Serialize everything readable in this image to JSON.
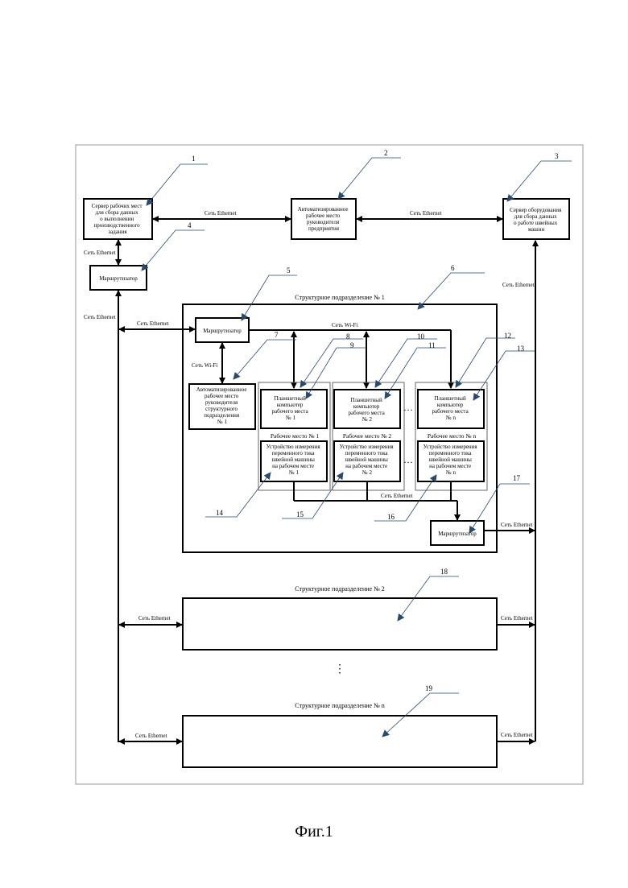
{
  "figure_caption": "Фиг.1",
  "blocks": {
    "server_workplaces": [
      "Сервер рабочих мест",
      "для сбора данных",
      "о выполнении",
      "производственного",
      "задания"
    ],
    "arm_enterprise": [
      "Автоматизированное",
      "рабочее место",
      "руководителя",
      "предприятия"
    ],
    "server_equipment": [
      "Сервер оборудования",
      "для сбора данных",
      "о работе швейных",
      "машин"
    ],
    "router_main": "Маршрутизатор",
    "router_div1": "Маршрутизатор",
    "router_div1_bottom": "Маршрутизатор",
    "arm_division": [
      "Автоматизированное",
      "рабочее место",
      "руководителя",
      "структурного",
      "подразделения",
      "№ 1"
    ],
    "tablet_1": [
      "Планшетный",
      "компьютер",
      "рабочего",
      "места",
      "№ 1"
    ],
    "tablet_2": [
      "Планшетный",
      "компьютер",
      "рабочего места",
      "№ 2"
    ],
    "tablet_n": [
      "Планшетный",
      "компьютер",
      "рабочего места",
      "№ n"
    ],
    "workplace_1": "Рабочее место № 1",
    "workplace_2": "Рабочее место № 2",
    "workplace_n": "Рабочее место № n",
    "meter_1": [
      "Устройство измерения",
      "переменного тока",
      "швейной машины",
      "на рабочем месте",
      "№ 1"
    ],
    "meter_2": [
      "Устройство измерения",
      "переменного тока",
      "швейной машины",
      "на рабочем месте",
      "№ 2"
    ],
    "meter_n": [
      "Устройство измерения",
      "переменного тока",
      "швейной машины",
      "на рабочем месте",
      "№ n"
    ],
    "division_1_title": "Структурное подразделение № 1",
    "division_2_title": "Структурное подразделение № 2",
    "division_n_title": "Структурное подразделение № n",
    "ellipsis": "…",
    "vertical_ellipsis": "⋮"
  },
  "links": {
    "ethernet": "Сеть Ethernet",
    "wifi": "Сеть Wi-Fi"
  },
  "reference_numbers": [
    "1",
    "2",
    "3",
    "4",
    "5",
    "6",
    "7",
    "8",
    "9",
    "10",
    "11",
    "12",
    "13",
    "14",
    "15",
    "16",
    "17",
    "18",
    "19"
  ]
}
